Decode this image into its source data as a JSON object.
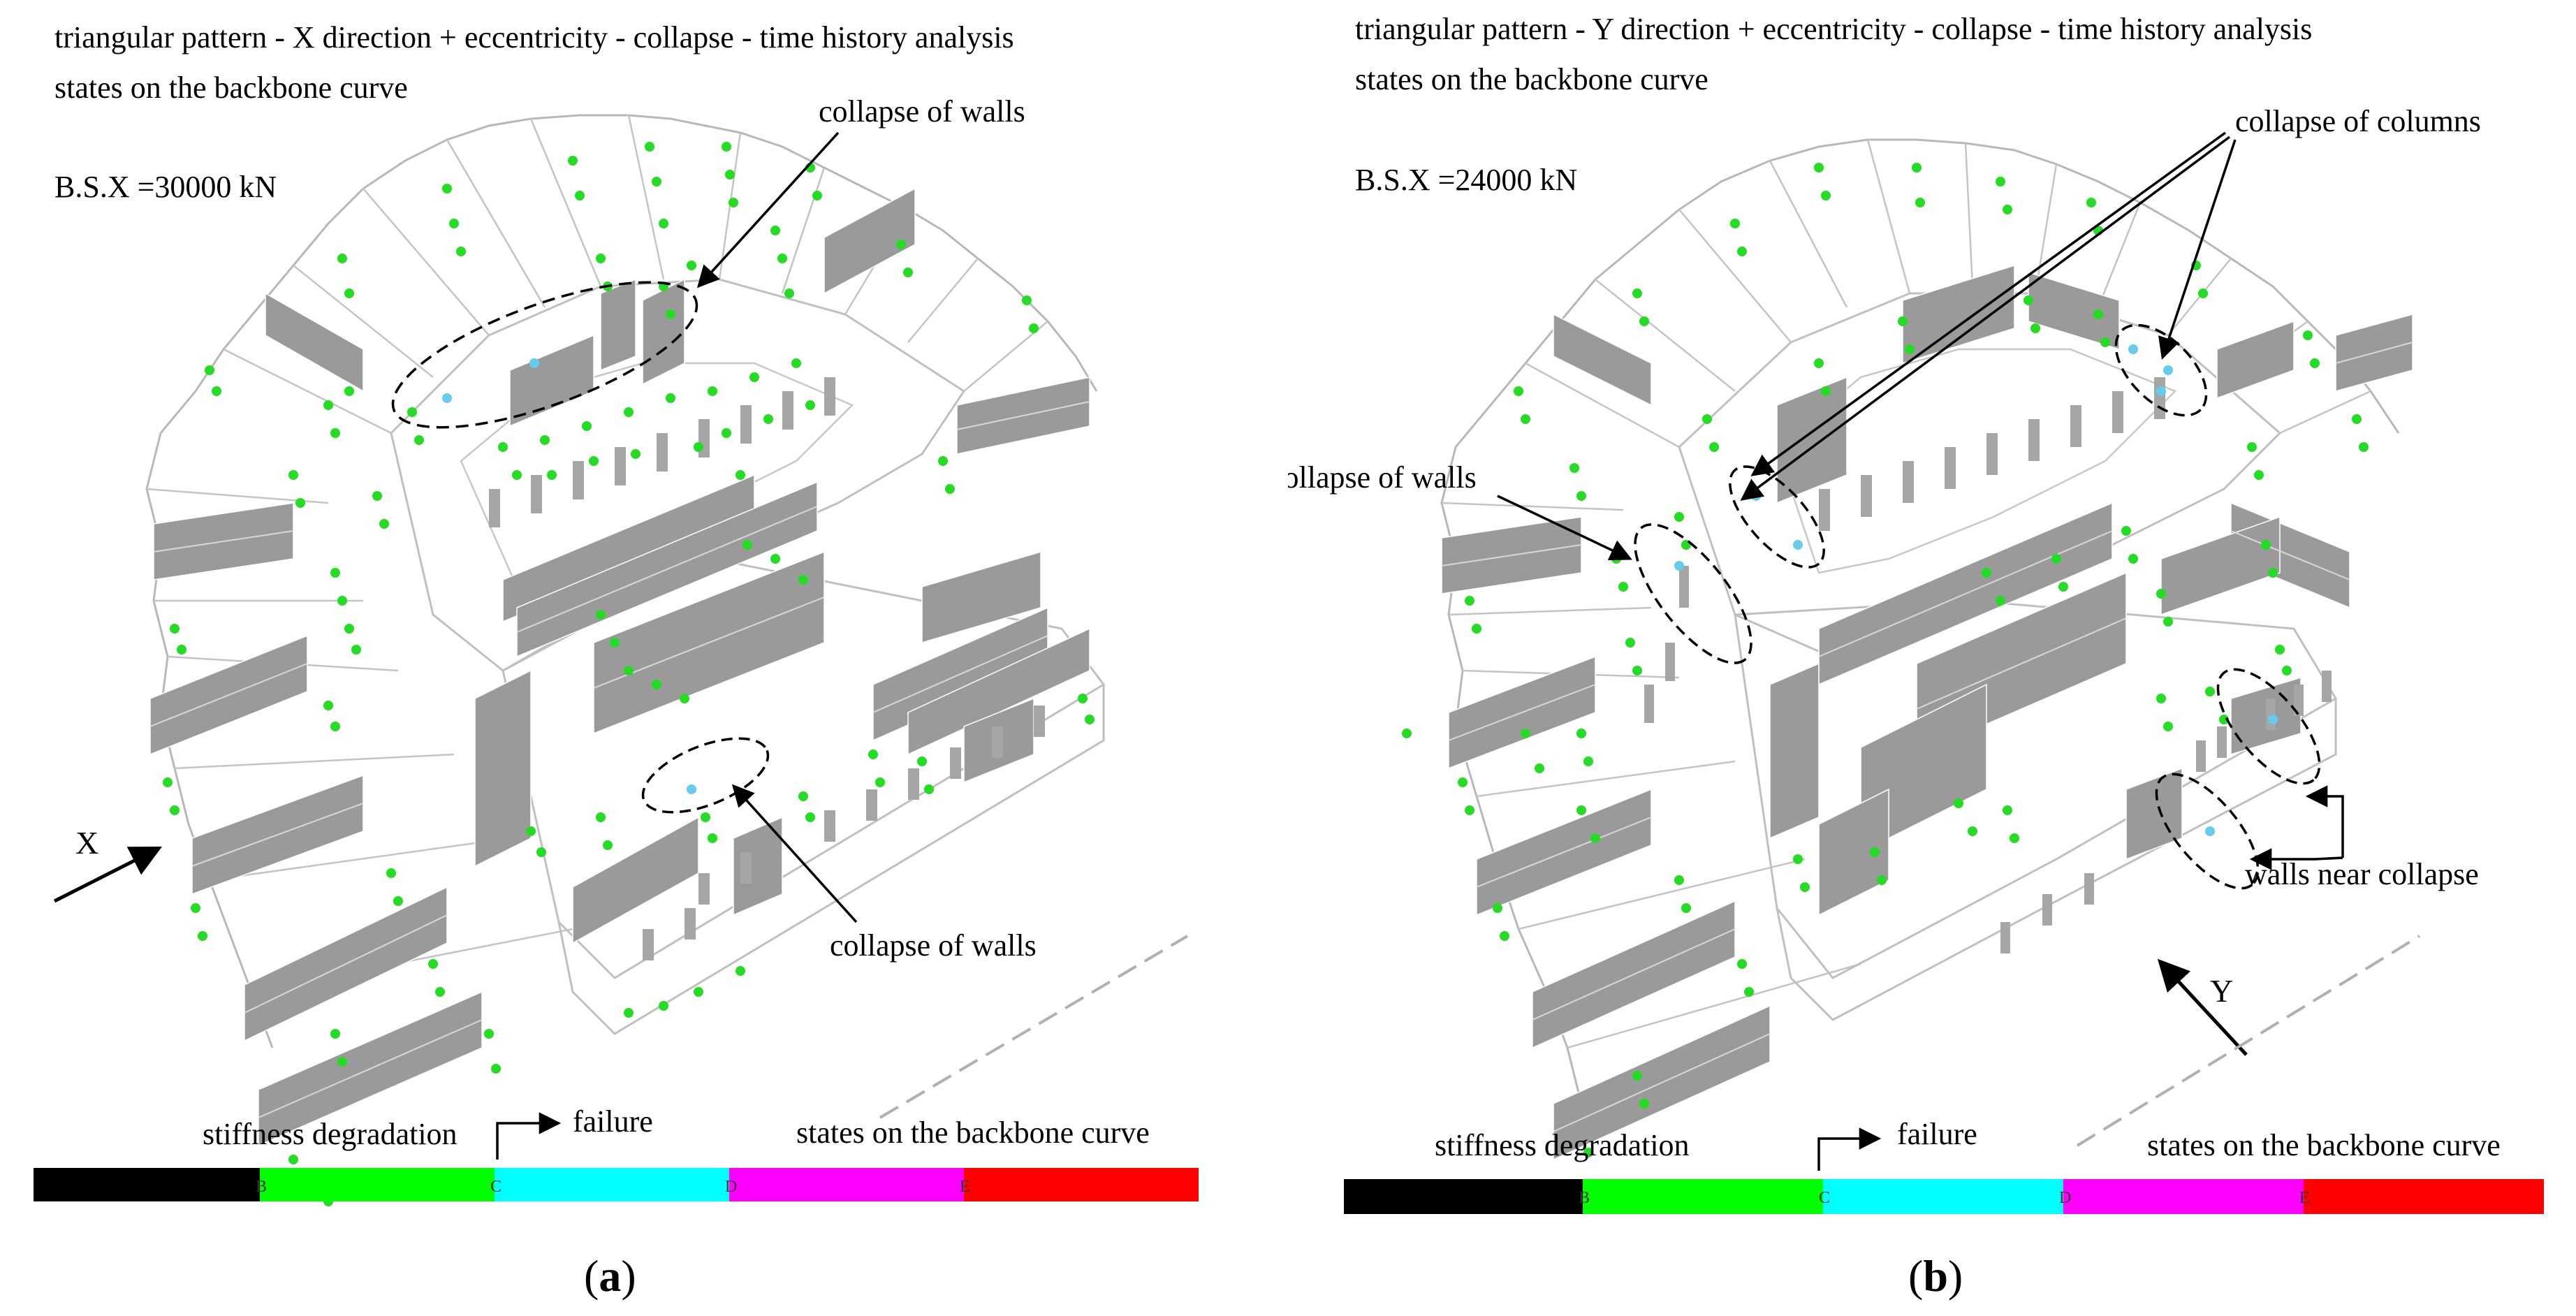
{
  "panels": [
    {
      "caption_letter": "a",
      "title_line1": "triangular pattern - X direction + eccentricity - collapse - time history analysis",
      "title_line2": "states on the backbone curve",
      "base_shear": "B.S.X =30000 kN",
      "direction_label": "X",
      "annotations": {
        "top": "collapse of walls",
        "bottom": "collapse of walls"
      },
      "legend": {
        "stiffness": "stiffness degradation",
        "failure": "failure",
        "states": "states on the backbone curve",
        "letters": [
          "B",
          "C",
          "D",
          "E"
        ]
      }
    },
    {
      "caption_letter": "b",
      "title_line1": "triangular pattern - Y direction + eccentricity - collapse - time history analysis",
      "title_line2": "states on the backbone curve",
      "base_shear": "B.S.X =24000 kN",
      "direction_label": "Y",
      "annotations": {
        "columns": "collapse of columns",
        "walls": "collapse of walls",
        "near": "walls near collapse"
      },
      "legend": {
        "stiffness": "stiffness degradation",
        "failure": "failure",
        "states": "states on the backbone curve",
        "letters": [
          "B",
          "C",
          "D",
          "E"
        ]
      }
    }
  ],
  "legend_colors": [
    "#000000",
    "#00ff00",
    "#00ffff",
    "#ff00ff",
    "#ff0000"
  ],
  "hinge_colors": {
    "green": "#22dd22",
    "cyan": "#66ccee"
  }
}
